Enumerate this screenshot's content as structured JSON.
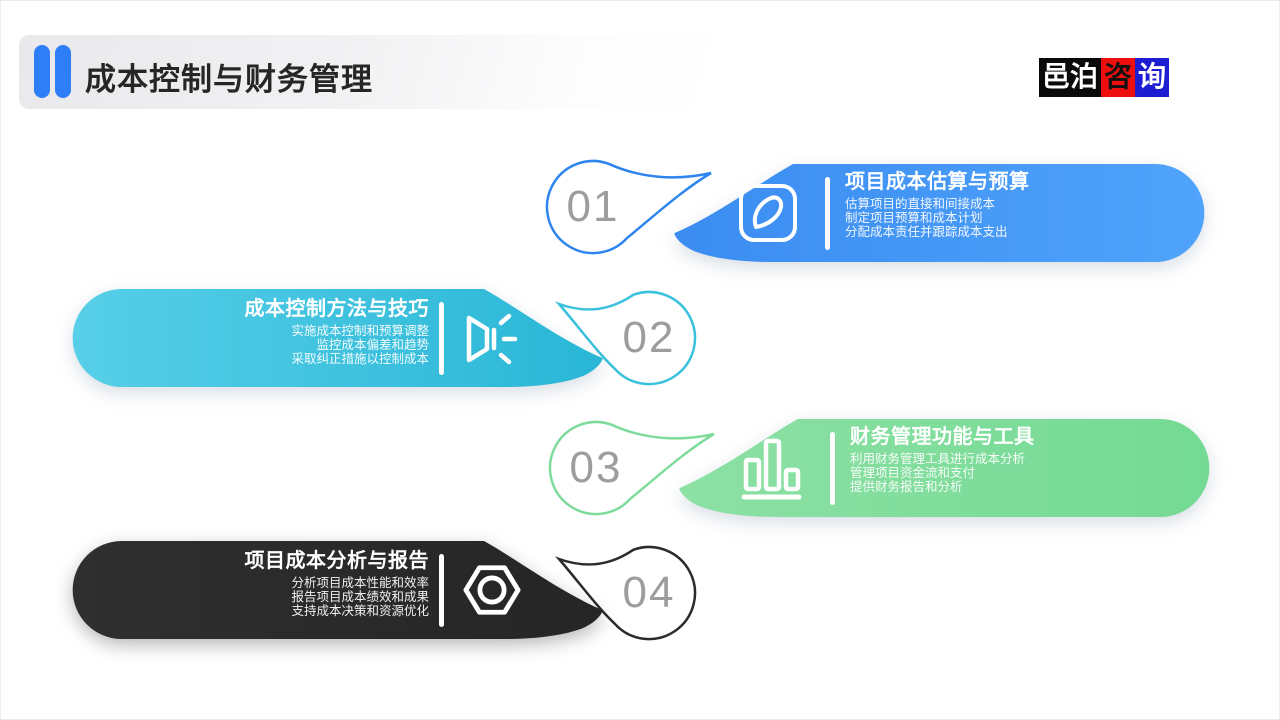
{
  "slide": {
    "title": "成本控制与财务管理"
  },
  "logo": {
    "segments": [
      {
        "text": "邑泊",
        "bg": "#0a0a0a",
        "fg": "#ffffff"
      },
      {
        "text": "咨",
        "bg": "#ed0e0e",
        "fg": "#111111"
      },
      {
        "text": "询",
        "bg": "#1d1dd2",
        "fg": "#ffffff"
      }
    ]
  },
  "palette": {
    "accent_bar_color": "#2e7ef7",
    "title_color": "#262626",
    "number_color": "#9d9d9d",
    "header_band_from": "#e9e9eb",
    "header_band_to": "#ffffff",
    "card_text_color": "#ffffff"
  },
  "steps": [
    {
      "number": "01",
      "side": "right",
      "title": "项目成本估算与预算",
      "lines": [
        "估算项目的直接和间接成本",
        "制定项目预算和成本计划",
        "分配成本责任并跟踪成本支出"
      ],
      "icon": "pen-icon",
      "color_left": "#3b8cf1",
      "color_right": "#4fa3fa",
      "outline_color": "#2e85ee"
    },
    {
      "number": "02",
      "side": "left",
      "title": "成本控制方法与技巧",
      "lines": [
        "实施成本控制和预算调整",
        "监控成本偏差和趋势",
        "采取纠正措施以控制成本"
      ],
      "icon": "megaphone-icon",
      "color_left": "#57cfe8",
      "color_right": "#29b6d6",
      "outline_color": "#3ac1dc"
    },
    {
      "number": "03",
      "side": "right",
      "title": "财务管理功能与工具",
      "lines": [
        "利用财务管理工具进行成本分析",
        "管理项目资金流和支付",
        "提供财务报告和分析"
      ],
      "icon": "bar-chart-icon",
      "color_left": "#8ce0a4",
      "color_right": "#74da93",
      "outline_color": "#7fdb9c"
    },
    {
      "number": "04",
      "side": "left",
      "title": "项目成本分析与报告",
      "lines": [
        "分析项目成本性能和效率",
        "报告项目成本绩效和成果",
        "支持成本决策和资源优化"
      ],
      "icon": "hex-nut-icon",
      "color_left": "#2f2f2f",
      "color_right": "#252525",
      "outline_color": "#2b2b2b"
    }
  ]
}
